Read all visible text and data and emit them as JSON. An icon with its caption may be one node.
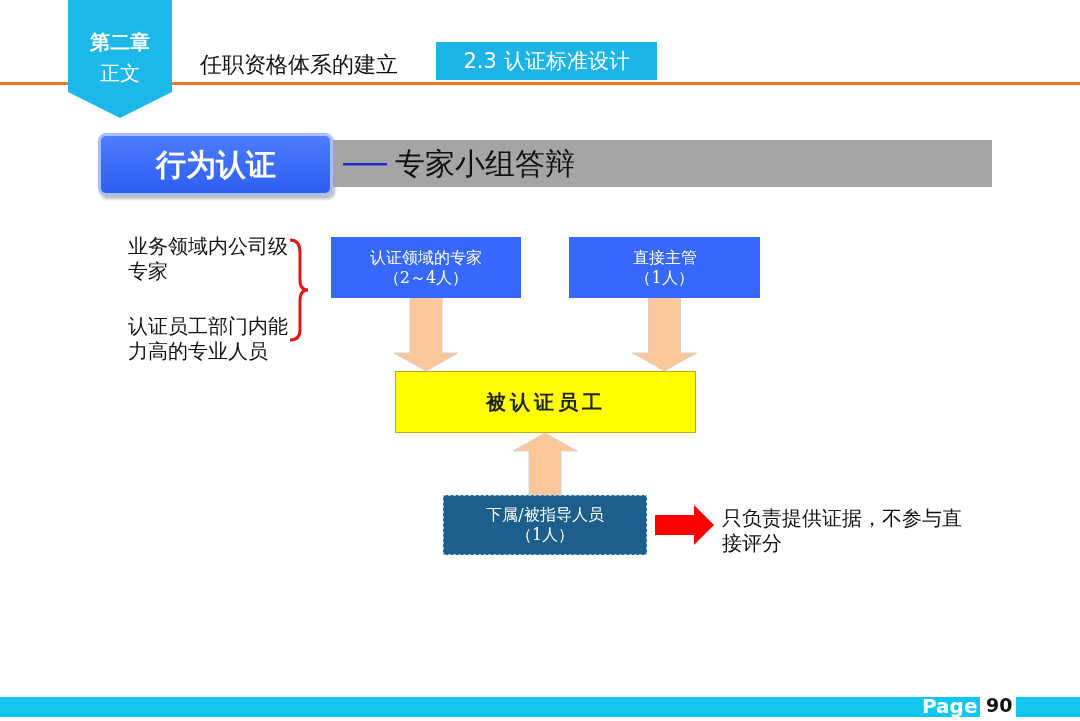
{
  "diagram": {
    "title": "任职资格体系的建立",
    "nodes": [
      {
        "text": [
          "第二章",
          "正文"
        ]
      },
      {
        "text": [
          "2.3 认证标准设计"
        ]
      },
      {
        "text": [
          "行为认证"
        ]
      },
      {
        "text": [
          "专家小组答辩"
        ]
      },
      {
        "text": [
          "认证领域的专家",
          "（2～4人）"
        ]
      },
      {
        "text": [
          "直接主管",
          "（1人）"
        ]
      },
      {
        "text": [
          "被认证员工"
        ]
      },
      {
        "text": [
          "下属/被指导人员",
          "（1人）"
        ]
      },
      {
        "text": [
          "只负责提供证据，不参与直接评分"
        ]
      }
    ],
    "edges": [
      {
        "from": 4,
        "to": 6,
        "arrow": "to"
      },
      {
        "from": 5,
        "to": 6,
        "arrow": "to"
      },
      {
        "from": 7,
        "to": 6,
        "arrow": "to"
      },
      {
        "from": 7,
        "to": 8,
        "arrow": "to",
        "color": "#ff0000"
      }
    ],
    "labels": [
      "业务领域内公司级专家",
      "认证员工部门内能力高的专业人员",
      "Page",
      "90"
    ]
  }
}
